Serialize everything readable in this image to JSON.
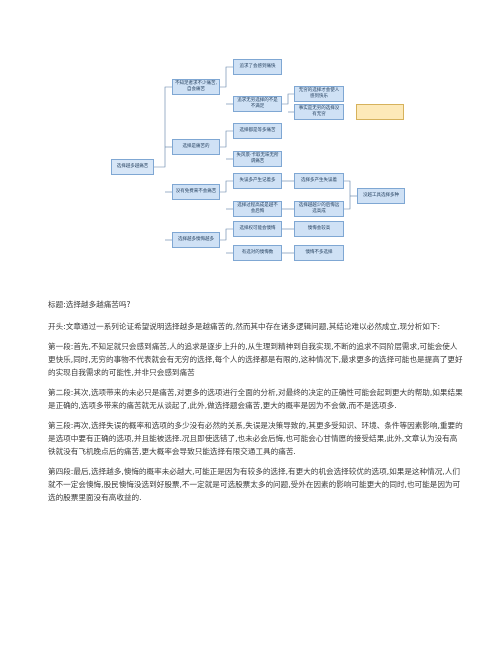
{
  "diagram": {
    "root": "选择越多越痛苦",
    "branches": [
      {
        "label": "不知足者求不少痛苦,自会痛苦",
        "children": [
          {
            "label": "追求了会感到痛快"
          },
          {
            "label": "追求无穷选择的不是不满足",
            "children": [
              {
                "label": "无穷的选择才会使人感到快乐"
              },
              {
                "label": "事实是无穷的选择没有无穷"
              }
            ]
          }
        ]
      },
      {
        "label": "选择是痛苦的",
        "children": [
          {
            "label": "选择都是等多痛苦"
          },
          {
            "label": "失风景·卡取无味无所谓痛苦"
          }
        ]
      },
      {
        "label": "没有免费来不会痛苦",
        "children": [
          {
            "label": "失误多产生记着多",
            "children": [
              {
                "label": "选择多产生失误着"
              }
            ]
          },
          {
            "label": "选择过程高成是越不会后悔",
            "children": [
              {
                "label": "选择越越少的后悔远选高成"
              }
            ]
          }
        ],
        "merge": "没越工具选择多种"
      },
      {
        "label": "选择越多懊悔越多",
        "children": [
          {
            "label": "选择权可能会懊悔",
            "children": [
              {
                "label": "懊悔会较高"
              }
            ]
          },
          {
            "label": "有选对的懊悔数",
            "children": [
              {
                "label": "懊悔不多选择"
              }
            ]
          }
        ]
      }
    ]
  },
  "article": {
    "title": "标题:选择越多越痛苦吗?",
    "paragraphs": [
      "开头:文章通过一系列论证希望说明选择越多是越痛苦的,然而其中存在诸多逻辑问题,其结论难以必然成立,现分析如下:",
      "第一段:首先,不知足就只会感到痛苦,人的追求是逐步上升的,从生理到精神到自我实现,不断的追求不同阶层需求,可能会使人更快乐,同时,无穷的事物不代表就会有无穷的选择,每个人的选择都是有限的,这种情况下,最求更多的选择可能也是提高了更好的实现自我需求的可能性,并非只会感到痛苦",
      "第二段:其次,选项带来的未必只是痛苦,对更多的选项进行全面的分析,对最终的决定的正确性可能会起到更大的帮助,如果结果是正确的,选项多带来的痛苦就无从谈起了,此外,做选择题会痛苦,更大的概率是因为不会做,而不是选项多.",
      "第三段:再次,选择失误的概率和选项的多少没有必然的关系,失误是决策导致的,其更多受知识、环境、条件等因素影响,重要的是选项中要有正确的选项,并且能被选择.况且即使选错了,也未必会后悔,也可能会心甘情愿的接受结果,此外,文章认为没有高铁就没有飞机晚点后的痛苦,更大概率会导致只能选择有限交通工具的痛苦.",
      "第四段:最后,选择越多,懊悔的概率未必越大,可能正是因为有较多的选择,有更大的机会选择较优的选项,如果是这种情况,人们就不一定会懊悔,股民懊悔没选到好股票,不一定就是可选股票太多的问题,受外在因素的影响可能更大的同时,也可能是因为可选的股票里面没有高收益的."
    ]
  }
}
